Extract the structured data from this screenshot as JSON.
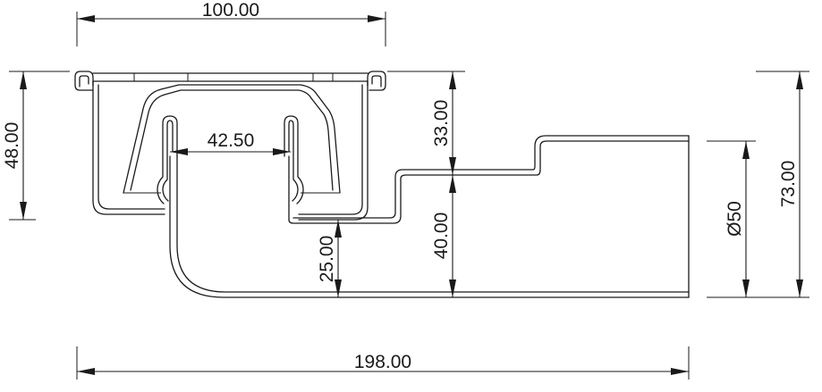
{
  "dimensions": {
    "top_width": "100.00",
    "inner_width": "42.50",
    "total_length": "198.00",
    "left_height": "48.00",
    "upper_height": "33.00",
    "lower_height": "40.00",
    "outlet_height": "25.00",
    "pipe_diameter": "Ø50",
    "total_height": "73.00"
  }
}
